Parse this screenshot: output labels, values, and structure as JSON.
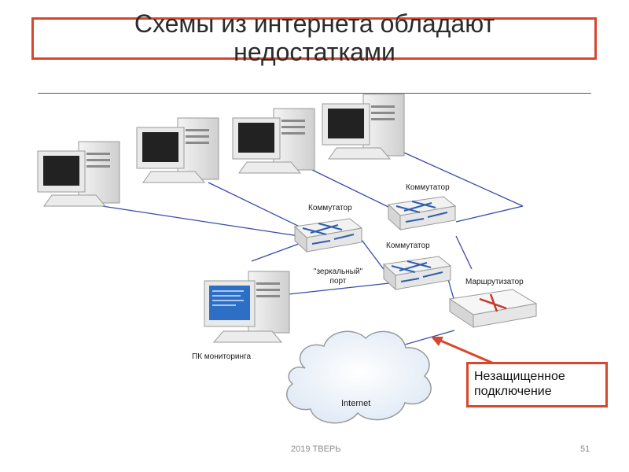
{
  "slide": {
    "title_line1": "Схемы из интернета обладают",
    "title_line2": "недостатками",
    "footer": "2019 ТВЕРЬ",
    "page_number": "51"
  },
  "diagram": {
    "switch_labels": [
      "Коммутатор",
      "Коммутатор",
      "Коммутатор"
    ],
    "mirror_port_line1": "\"зеркальный\"",
    "mirror_port_line2": "порт",
    "router_label": "Маршрутизатор",
    "monitoring_pc_label": "ПК мониторинга",
    "cloud_label": "Internet",
    "callout_line1": "Незащищенное",
    "callout_line2": "подключение",
    "colors": {
      "accent": "#d9462e",
      "link": "#3b4aa8",
      "cloud": "#eef4fb"
    },
    "icons": [
      "computer-icon",
      "switch-icon",
      "router-icon",
      "cloud-icon",
      "monitor-icon"
    ]
  }
}
